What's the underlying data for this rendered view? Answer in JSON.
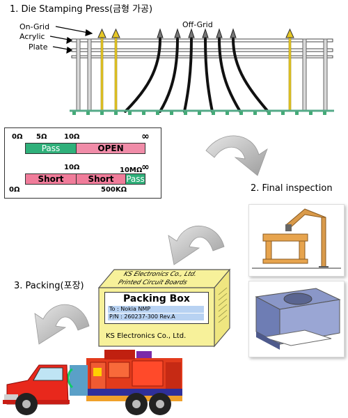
{
  "steps": {
    "s1": "1. Die Stamping Press(금형 가공)",
    "s2": "2. Final inspection",
    "s3": "3. Packing(포장)"
  },
  "press_labels": {
    "on_grid": "On-Grid",
    "acrylic": "Acrylic",
    "plate": "Plate",
    "off_grid": "Off-Grid"
  },
  "scale_top": {
    "ticks": [
      "0Ω",
      "5Ω",
      "10Ω",
      "∞"
    ],
    "pass": "Pass",
    "open": "OPEN"
  },
  "scale_bottom": {
    "ticks_top": [
      "10Ω",
      "10MΩ",
      "∞"
    ],
    "ticks_bottom": [
      "0Ω",
      "500KΩ"
    ],
    "short1": "Short",
    "short2": "Short",
    "pass": "Pass"
  },
  "box": {
    "top_company": "KS Electronics Co., Ltd.",
    "top_product": "Printed Circuit Boards",
    "title": "Packing Box",
    "to": "To : Nokia NMP",
    "pn": "P/N : 260237-300 Rev.A",
    "bottom_company": "KS Electronics Co., Ltd."
  },
  "colors": {
    "pass_green": "#2fb07a",
    "short_pink": "#f07c9a",
    "open_pink": "#f08ca8",
    "gold_pin": "#e7c825",
    "box_yellow": "#f7f19a",
    "arrow_gray": "#b9b9b9"
  }
}
